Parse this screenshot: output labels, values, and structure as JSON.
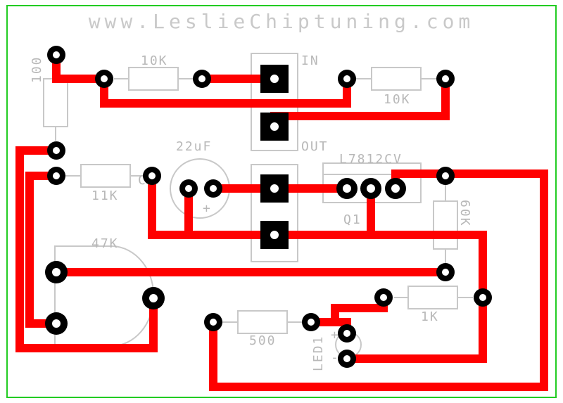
{
  "website": "www.LeslieChiptuning.com",
  "border_color": "#22cc22",
  "trace_color": "#ff0000",
  "silkscreen_color": "#c0c0c0",
  "components": {
    "r_100": "100",
    "r_10k_left": "10K",
    "r_10k_right": "10K",
    "r_11k": "11K",
    "cap": "22uF",
    "r_47k": "47K",
    "regulator": "L7812CV",
    "transistor": "Q1",
    "r_60k": "60K",
    "r_1k": "1K",
    "r_500": "500",
    "led": "LED1",
    "terminal_in": "IN",
    "terminal_out": "OUT",
    "c_mark": "C",
    "plus": "+",
    "minus": "-"
  }
}
